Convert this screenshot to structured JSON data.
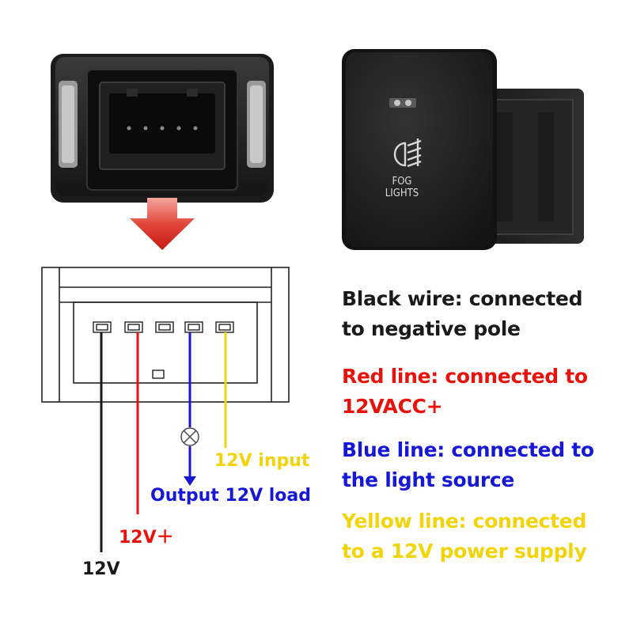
{
  "switch_face": {
    "line1": "FOG",
    "line2": "LIGHTS"
  },
  "wire_labels": {
    "black": "12V",
    "red": "12V＋",
    "blue": "Output 12V load",
    "yellow": "12V input"
  },
  "notes": [
    {
      "lines": [
        "Black wire: connected",
        "to negative pole"
      ],
      "color": "#1a1a1a"
    },
    {
      "lines": [
        "Red line: connected to",
        "12VACC+"
      ],
      "color": "#e8120c"
    },
    {
      "lines": [
        "Blue line: connected to",
        "the light source"
      ],
      "color": "#1717d6"
    },
    {
      "lines": [
        "Yellow line: connected",
        "to a 12V power supply"
      ],
      "color": "#f2d40a"
    }
  ],
  "colors": {
    "black_wire": "#1a1a1a",
    "red_wire": "#e8120c",
    "blue_wire": "#1717d6",
    "yellow_wire": "#f2d40a",
    "arrow": "#d9231f"
  }
}
